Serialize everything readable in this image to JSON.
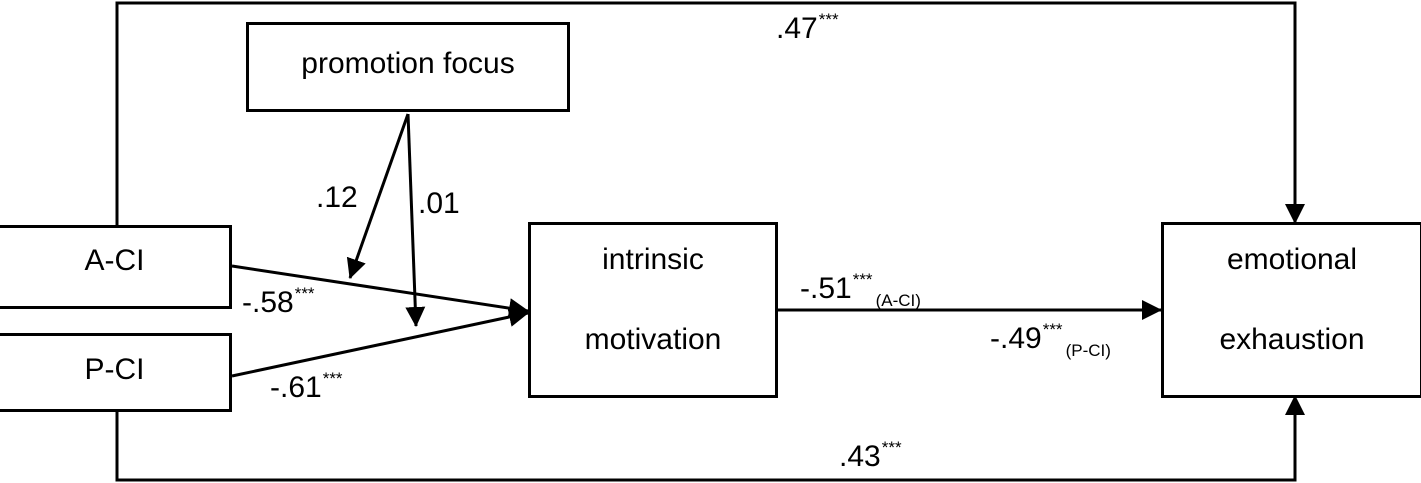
{
  "nodes": {
    "promotion_focus": "promotion focus",
    "a_ci": "A-CI",
    "p_ci": "P-CI",
    "intrinsic_motivation": [
      "intrinsic",
      "motivation"
    ],
    "emotional_exhaustion": [
      "emotional",
      "exhaustion"
    ]
  },
  "paths": {
    "a_ci_to_ee": {
      "value": ".47",
      "sig": "***"
    },
    "p_ci_to_ee": {
      "value": ".43",
      "sig": "***"
    },
    "a_ci_to_im": {
      "value": "-.58",
      "sig": "***"
    },
    "p_ci_to_im": {
      "value": "-.61",
      "sig": "***"
    },
    "pf_moderates_a_ci": {
      "value": ".12"
    },
    "pf_moderates_p_ci": {
      "value": ".01"
    },
    "im_to_ee_a_ci": {
      "value": "-.51",
      "sig": "***",
      "group": "(A-CI)"
    },
    "im_to_ee_p_ci": {
      "value": "-.49",
      "sig": "***",
      "group": "(P-CI)"
    }
  },
  "colors": {
    "stroke": "#000000",
    "background": "#ffffff"
  }
}
